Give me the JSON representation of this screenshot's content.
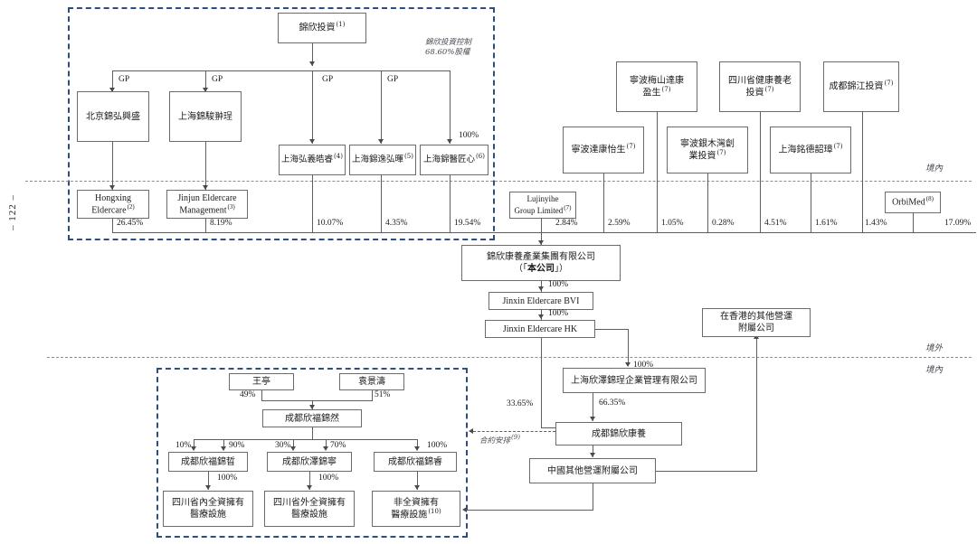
{
  "page": {
    "folio": "– 122 –"
  },
  "annotations": {
    "control_note_line1": "錦欣投資控制",
    "control_note_line2": "68.60%股權",
    "onshore_top": "境內",
    "offshore": "境外",
    "onshore_bottom": "境內",
    "contractual_arrangement": "合約安排",
    "contractual_arrangement_sup": "(9)"
  },
  "entities": {
    "jinxin_investment": {
      "name": "錦欣投資",
      "sup": "(1)"
    },
    "beijing_jinhong": {
      "name": "北京錦弘興盛",
      "sup": ""
    },
    "shanghai_jinjun": {
      "name": "上海錦駿翀珵",
      "sup": ""
    },
    "shanghai_hongyi": {
      "name": "上海弘義皓睿",
      "sup": "(4)"
    },
    "shanghai_jinyi": {
      "name": "上海錦逸弘暉",
      "sup": "(5)"
    },
    "shanghai_jinyijiangxin": {
      "name": "上海錦醫匠心",
      "sup": "(6)"
    },
    "hongxing_eldercare": {
      "line1": "Hongxing",
      "line2": "Eldercare",
      "sup": "(2)"
    },
    "jinjun_management": {
      "line1": "Jinjun Eldercare",
      "line2": "Management",
      "sup": "(3)"
    },
    "lujinyihe": {
      "line1": "Lujinyihe",
      "line2": "Group Limited",
      "sup": "(7)"
    },
    "ningbo_meishan": {
      "line1": "寧波梅山達康",
      "line2": "盈生",
      "sup": "(7)"
    },
    "sichuan_health": {
      "line1": "四川省健康養老",
      "line2": "投資",
      "sup": "(7)"
    },
    "chengdu_jinjiang": {
      "name": "成都錦江投資",
      "sup": "(7)"
    },
    "ningbo_dakang": {
      "name": "寧波達康怡生",
      "sup": "(7)"
    },
    "ningbo_yinmuwan": {
      "line1": "寧波銀木灣創",
      "line2": "業投資",
      "sup": "(7)"
    },
    "shanghai_mingde": {
      "name": "上海銘德韶璋",
      "sup": "(7)"
    },
    "orbimed": {
      "name": "OrbiMed",
      "sup": "(8)"
    },
    "company": {
      "line1": "錦欣康養產業集團有限公司",
      "line2_prefix": "（「",
      "line2_bold": "本公司",
      "line2_suffix": "」）"
    },
    "jinxin_bvi": {
      "name": "Jinxin Eldercare BVI"
    },
    "jinxin_hk": {
      "name": "Jinxin Eldercare HK"
    },
    "hk_other_subs": {
      "line1": "在香港的其他營運",
      "line2": "附屬公司"
    },
    "shanghai_xinze": {
      "name": "上海欣澤錦珵企業管理有限公司"
    },
    "chengdu_jinxin_kangyang": {
      "name": "成都錦欣康養"
    },
    "china_other_subs": {
      "name": "中國其他營運附屬公司"
    },
    "wang_ting": {
      "name": "王亭"
    },
    "yuan_jingtao": {
      "name": "袁景濤"
    },
    "chengdu_xinfu_jinran": {
      "name": "成都欣福錦然"
    },
    "chengdu_xinfu_jinzhe": {
      "name": "成都欣福錦晢"
    },
    "chengdu_xinze_jinning": {
      "name": "成都欣澤錦寧"
    },
    "chengdu_xinfu_jinrui": {
      "name": "成都欣福錦睿"
    },
    "facilities_in_sichuan": {
      "line1": "四川省內全資擁有",
      "line2": "醫療設施",
      "sup": ""
    },
    "facilities_outside_sichuan": {
      "line1": "四川省外全資擁有",
      "line2": "醫療設施",
      "sup": ""
    },
    "facilities_not_wholly": {
      "line1": "非全資擁有",
      "line2": "醫療設施",
      "sup": "(10)"
    }
  },
  "edge_labels": {
    "gp_1": "GP",
    "gp_2": "GP",
    "gp_3": "GP",
    "gp_4": "GP",
    "jinxin_to_jiangxin": "100%",
    "hongxing_pct": "26.45%",
    "jinjun_pct": "8.19%",
    "hongyi_pct": "10.07%",
    "jinyi_pct": "4.35%",
    "jiangxin_pct": "19.54%",
    "lujinyihe_pct": "2.84%",
    "ningbo_dakang_pct": "2.59%",
    "ningbo_meishan_pct": "1.05%",
    "ningbo_yinmuwan_pct": "0.28%",
    "sichuan_health_pct": "4.51%",
    "shanghai_mingde_pct": "1.61%",
    "chengdu_jinjiang_pct": "1.43%",
    "orbimed_pct": "17.09%",
    "company_to_bvi": "100%",
    "bvi_to_hk": "100%",
    "hk_to_xinze": "100%",
    "xinze_to_kangyang": "66.35%",
    "hk_to_kangyang": "33.65%",
    "wang_ting_pct": "49%",
    "yuan_jingtao_pct": "51%",
    "jinzhe_left_pct": "10%",
    "jinzhe_right_pct": "90%",
    "jinning_left_pct": "30%",
    "jinning_right_pct": "70%",
    "jinrui_pct": "100%",
    "jinzhe_to_fac": "100%",
    "jinning_to_fac": "100%"
  },
  "colors": {
    "box_border": "#6b6b6b",
    "line": "#5e5e5e",
    "dash_region": "#2b4f7e",
    "separator": "#8c8c8c",
    "text": "#1a1a1a"
  }
}
